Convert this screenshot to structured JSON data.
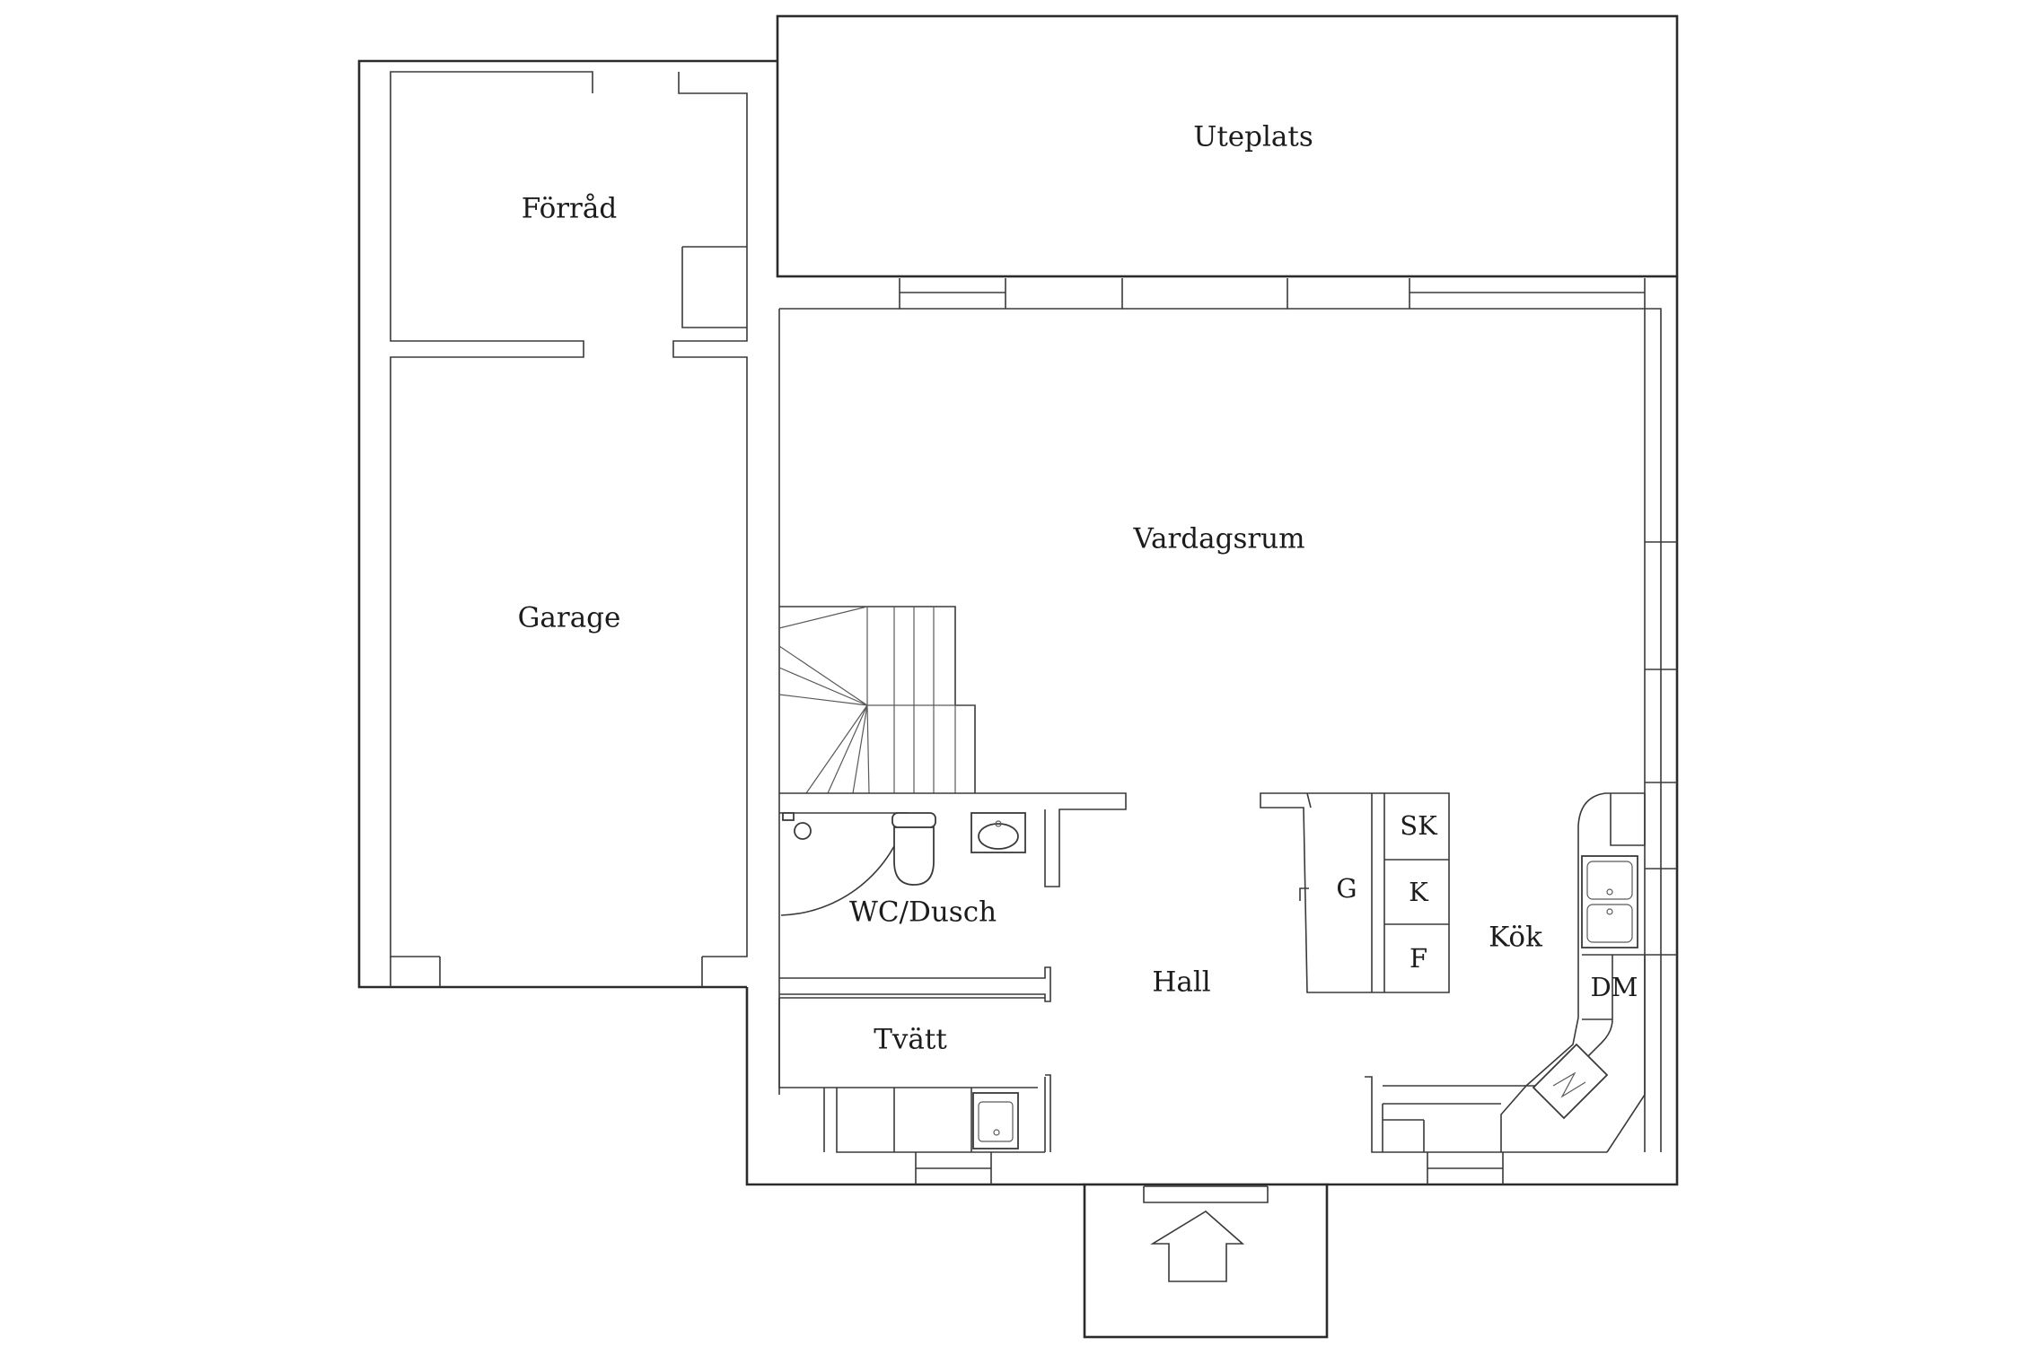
{
  "rooms": {
    "uteplats": "Uteplats",
    "forrad": "Förråd",
    "garage": "Garage",
    "vardagsrum": "Vardagsrum",
    "wc_dusch": "WC/Dusch",
    "hall": "Hall",
    "tvatt": "Tvätt",
    "kok": "Kök"
  },
  "appliances": {
    "sk": "SK",
    "k": "K",
    "g": "G",
    "f": "F",
    "dm": "DM"
  }
}
